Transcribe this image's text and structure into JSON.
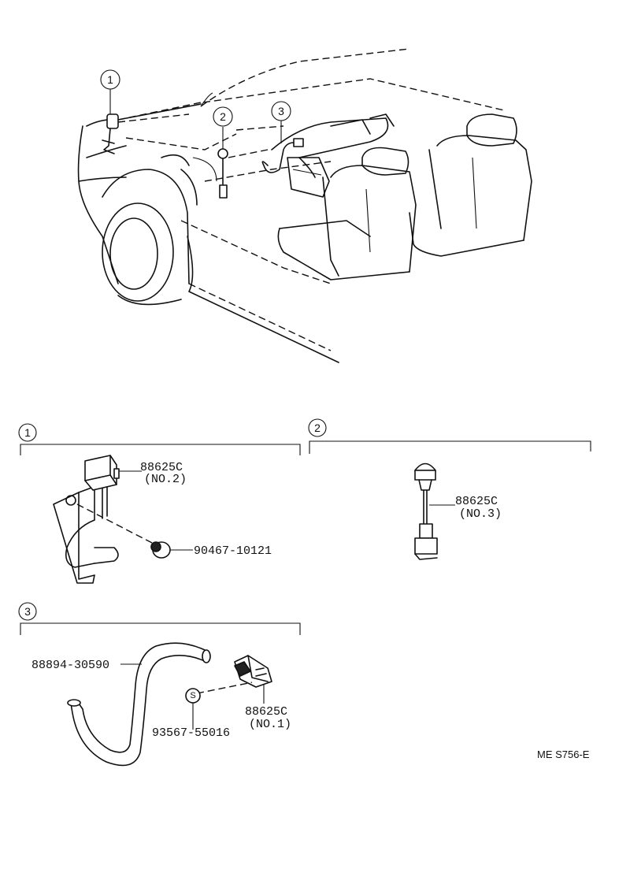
{
  "callouts": {
    "c1": "1",
    "c2": "2",
    "c3": "3"
  },
  "sections": {
    "s1": {
      "number": "1",
      "part_a": "88625C",
      "part_a_note": "(NO.2)",
      "part_b": "90467-10121"
    },
    "s2": {
      "number": "2",
      "part_a": "88625C",
      "part_a_note": "(NO.3)"
    },
    "s3": {
      "number": "3",
      "part_hose": "88894-30590",
      "part_clip": "93567-55016",
      "part_sensor": "88625C",
      "part_sensor_note": "(NO.1)",
      "clip_symbol": "S"
    }
  },
  "reference_code": "ME S756-E"
}
